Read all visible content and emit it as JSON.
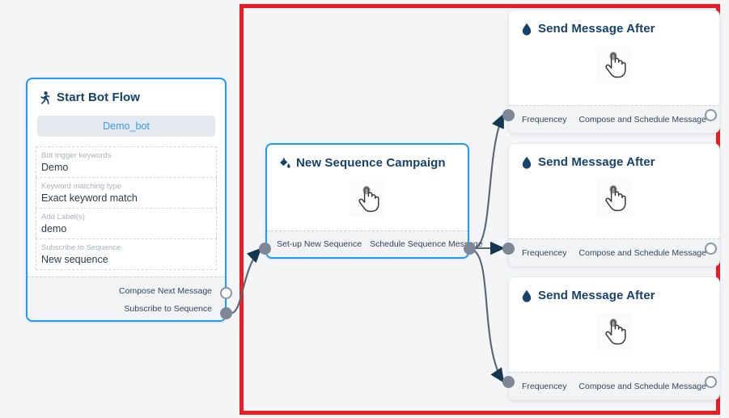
{
  "canvas": {
    "background_color": "#f4f5f7",
    "selection_rect_color": "#ec1c24"
  },
  "nodes": [
    {
      "id": "start-bot-flow",
      "title": "Start Bot Flow",
      "icon": "running-person-icon",
      "bot_label": "Demo_bot",
      "fields": [
        {
          "label": "Bot trigger keywords",
          "value": "Demo"
        },
        {
          "label": "Keyword matching type",
          "value": "Exact keyword match"
        },
        {
          "label": "Add Label(s)",
          "value": "demo"
        },
        {
          "label": "Subscribe to Sequence",
          "value": "New sequence"
        }
      ],
      "output_ports": [
        {
          "label": "Compose Next Message",
          "state": "hollow"
        },
        {
          "label": "Subscribe to Sequence",
          "state": "filled"
        }
      ]
    },
    {
      "id": "new-sequence-campaign",
      "title": "New Sequence Campaign",
      "icon": "paint-pour-icon",
      "body_icon": "hand-pointer-cursor-icon",
      "input_port": {
        "label": "Set-up New Sequence",
        "state": "filled"
      },
      "output_port": {
        "label": "Schedule Sequence Message",
        "state": "filled"
      }
    },
    {
      "id": "send-message-after-1",
      "title": "Send Message After",
      "icon": "water-drop-icon",
      "body_icon": "hand-pointer-cursor-icon",
      "input_port": {
        "label": "Frequencey",
        "state": "filled"
      },
      "output_port": {
        "label": "Compose and Schedule Message",
        "state": "hollow"
      }
    },
    {
      "id": "send-message-after-2",
      "title": "Send Message After",
      "icon": "water-drop-icon",
      "body_icon": "hand-pointer-cursor-icon",
      "input_port": {
        "label": "Frequencey",
        "state": "filled"
      },
      "output_port": {
        "label": "Compose and Schedule Message",
        "state": "hollow"
      }
    },
    {
      "id": "send-message-after-3",
      "title": "Send Message After",
      "icon": "water-drop-icon",
      "body_icon": "hand-pointer-cursor-icon",
      "input_port": {
        "label": "Frequencey",
        "state": "filled"
      },
      "output_port": {
        "label": "Compose and Schedule Message",
        "state": "hollow"
      }
    }
  ],
  "colors": {
    "selected_node_border": "#1f9bf0",
    "title_text": "#17426b",
    "bot_pill_bg": "#e3e9ef",
    "bot_pill_text": "#3d9ae8",
    "edge": "#5b6472",
    "port_filled": "#7d8795",
    "port_hollow_border": "#8b95a3"
  }
}
